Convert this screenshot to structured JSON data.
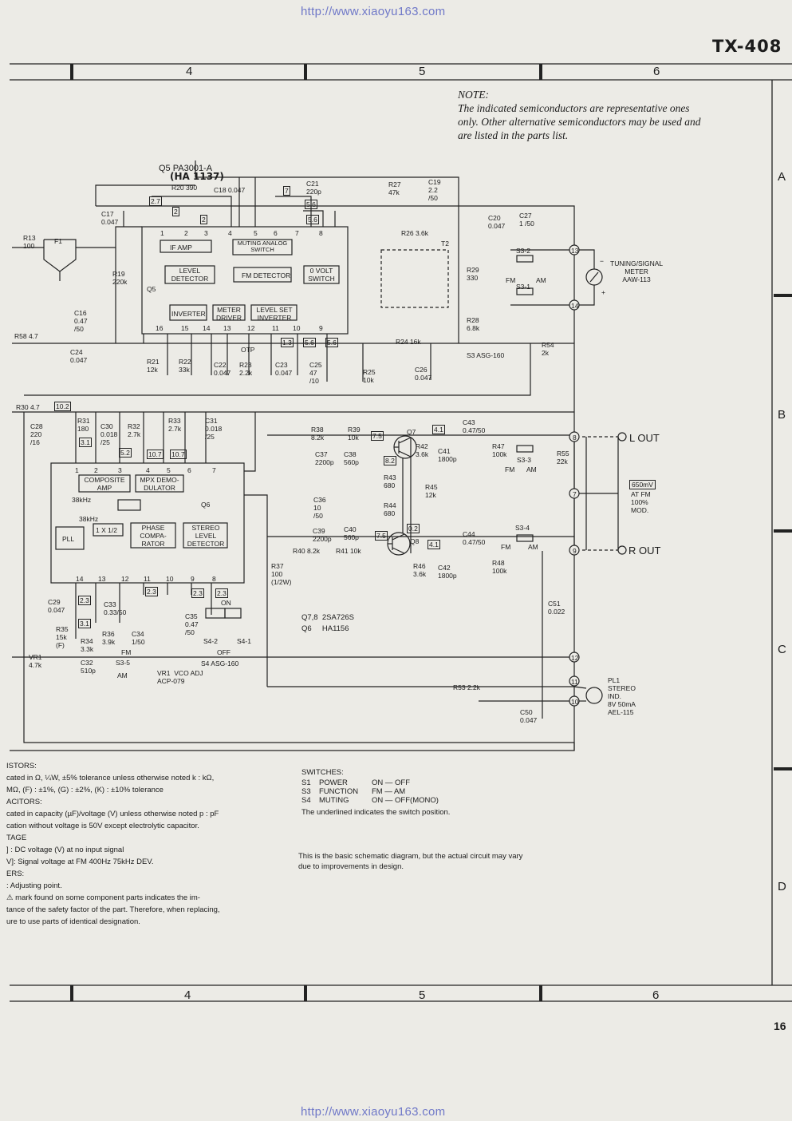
{
  "watermark": {
    "top": "http://www.xiaoyu163.com",
    "bottom": "http://www.xiaoyu163.com"
  },
  "model": "TX-408",
  "page_number": "16",
  "columns": [
    "4",
    "5",
    "6"
  ],
  "rows": [
    "A",
    "B",
    "C",
    "D"
  ],
  "note": {
    "heading": "NOTE:",
    "lines": [
      "The indicated semiconductors are representative ones",
      "only. Other alternative semiconductors may be used and",
      "are listed in the parts list."
    ]
  },
  "ic_q5": {
    "part": "Q5  PA3001-A",
    "handwritten": "(HA 1137)",
    "ref": "Q5",
    "blocks": [
      "IF AMP",
      "MUTING ANALOG SWITCH",
      "LEVEL DETECTOR",
      "FM DETECTOR",
      "0 VOLT SWITCH",
      "INVERTER",
      "METER DRIVER",
      "LEVEL SET INVERTER"
    ],
    "pins_top": [
      "1",
      "2",
      "3",
      "4",
      "5",
      "6",
      "7",
      "8"
    ],
    "pins_bottom": [
      "16",
      "15",
      "14",
      "13",
      "12",
      "11",
      "10",
      "9"
    ]
  },
  "ic_q6": {
    "ref": "Q6",
    "blocks": [
      "COMPOSITE AMP",
      "MPX DEMO-DULATOR",
      "PLL",
      "1 X 1/2",
      "PHASE COMPA-RATOR",
      "STEREO LEVEL DETECTOR"
    ],
    "freq1": "38kHz",
    "freq2": "38kHz",
    "pins_top": [
      "1",
      "2",
      "3",
      "4",
      "5",
      "6",
      "7"
    ],
    "pins_bottom": [
      "14",
      "13",
      "12",
      "11",
      "10",
      "9",
      "8"
    ]
  },
  "components": [
    "R20 390",
    "C18 0.047",
    "C21 220p",
    "R27 47k",
    "C19 2.2 /50",
    "C17 0.047",
    "R13 100",
    "F1",
    "R19 220k",
    "R26 3.6k",
    "T2",
    "C20 0.047",
    "C27 1 /50",
    "R29 330",
    "R28 6.8k",
    "C16 0.47 /50",
    "R58 4.7",
    "C24 0.047",
    "R24 16k",
    "R54 2k",
    "R21 12k",
    "R22 33k",
    "C22 0.047",
    "R23 2.2k",
    "C23 0.047",
    "C25 47 /10",
    "R25 10k",
    "C26 0.047",
    "OTP",
    "R30 4.7",
    "C28 220 /16",
    "R31 180",
    "C30 0.018 /25",
    "R32 2.7k",
    "R33 2.7k",
    "C31 0.018 /25",
    "R38 8.2k",
    "R39 10k",
    "Q7",
    "C43 0.47/50",
    "R42 3.6k",
    "C41 1800p",
    "R47 100k",
    "R55 22k",
    "C37 2200p",
    "C38 560p",
    "R43 680",
    "R45 12k",
    "R44 680",
    "C36 10 /50",
    "C39 2200p",
    "C40 560p",
    "Q8",
    "C44 0.47/50",
    "R46 3.6k",
    "C42 1800p",
    "R48 100k",
    "R40 8.2k",
    "R41 10k",
    "R37 100 (1/2W)",
    "C51 0.022",
    "C29 0.047",
    "C33 0.33/50",
    "R35 15k (F)",
    "R36 3.9k",
    "C34 1/50",
    "C35 0.47 /50",
    "VR1 4.7k",
    "R34 3.3k",
    "C32 510p",
    "R53 2.2k",
    "C50 0.047"
  ],
  "switches_labels": [
    "S3-2",
    "S3-1",
    "S3-3",
    "S3-4",
    "S3-5",
    "S4-2",
    "S4-1",
    "S4 ASG-160",
    "S3 ASG-160",
    "FM",
    "AM",
    "ON",
    "OFF"
  ],
  "vr1_note": "VR1  VCO ADJ\nACP-079",
  "transistors": {
    "q78": "Q7,8  2SA726S",
    "q6": "Q6     HA1156"
  },
  "voltage_tags": [
    "2.7",
    "2",
    "2",
    "7",
    "5.6",
    "5.6",
    "1.3",
    "5.6",
    "5.6",
    "10.2",
    "3.1",
    "5.2",
    "10.7",
    "10.7",
    "7.5",
    "4.1",
    "8.2",
    "0.2",
    "7.5",
    "4.1",
    "2.3",
    "2.3",
    "2.3",
    "2.3",
    "3.1"
  ],
  "meter": {
    "label": "TUNING/SIGNAL\nMETER\nAAW-113",
    "minus": "−",
    "plus": "+"
  },
  "outputs": {
    "l_out": "L OUT",
    "r_out": "R OUT",
    "level": "650mV",
    "level_note": "AT FM\n100%\nMOD."
  },
  "stereo_lamp": "PL1\nSTEREO\nIND.\n8V 50mA\nAEL-115",
  "terminals": [
    "13",
    "14",
    "8",
    "7",
    "9",
    "12",
    "11",
    "10"
  ],
  "legend": {
    "lines": [
      "ISTORS:",
      "cated in Ω, ¼W, ±5% tolerance unless otherwise noted k : kΩ,",
      "MΩ, (F) : ±1%, (G) : ±2%, (K) : ±10% tolerance",
      "ACITORS:",
      "cated in capacity (µF)/voltage (V) unless otherwise noted p : pF",
      "cation without voltage is 50V except electrolytic capacitor.",
      "TAGE",
      "] : DC voltage (V) at no input signal",
      "V]: Signal voltage at FM 400Hz 75kHz DEV.",
      "ERS:",
      ": Adjusting point.",
      "⚠ mark found on some component parts indicates the im-",
      "tance of the safety factor of the part. Therefore, when replacing,",
      "ure to use parts of identical designation."
    ]
  },
  "switches": {
    "heading": "SWITCHES:",
    "rows": [
      {
        "id": "S1",
        "name": "POWER",
        "value": "ON — OFF"
      },
      {
        "id": "S3",
        "name": "FUNCTION",
        "value": "FM — AM"
      },
      {
        "id": "S4",
        "name": "MUTING",
        "value": "ON — OFF(MONO)"
      }
    ],
    "footnote": "The underlined indicates the switch position."
  },
  "basic_note": [
    "This is the basic schematic diagram, but the actual circuit may vary",
    "due to improvements in design."
  ]
}
